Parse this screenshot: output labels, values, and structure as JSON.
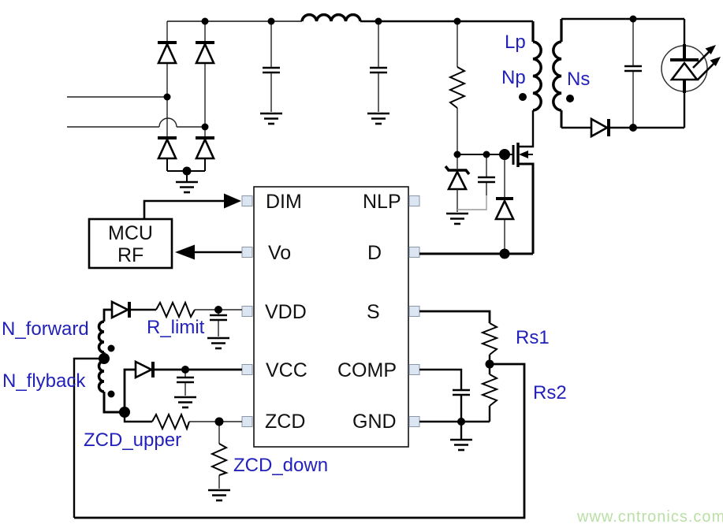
{
  "ic": {
    "left_pins": [
      "DIM",
      "Vo",
      "VDD",
      "VCC",
      "ZCD"
    ],
    "right_pins": [
      "NLP",
      "D",
      "S",
      "COMP",
      "GND"
    ]
  },
  "mcu": {
    "line1": "MCU",
    "line2": "RF"
  },
  "component_labels": {
    "lp": "Lp",
    "np": "Np",
    "ns": "Ns",
    "n_forward": "N_forward",
    "r_limit": "R_limit",
    "n_flyback": "N_flyback",
    "zcd_upper": "ZCD_upper",
    "zcd_down": "ZCD_down",
    "rs1": "Rs1",
    "rs2": "Rs2"
  },
  "watermark": "www.cntronics.com",
  "colors": {
    "label_blue": "#2222bb",
    "watermark_green": "#b9dfa5",
    "pin_square_fill": "#dce6f2",
    "pin_square_border": "#8a97a8",
    "wire_black": "#000000"
  }
}
